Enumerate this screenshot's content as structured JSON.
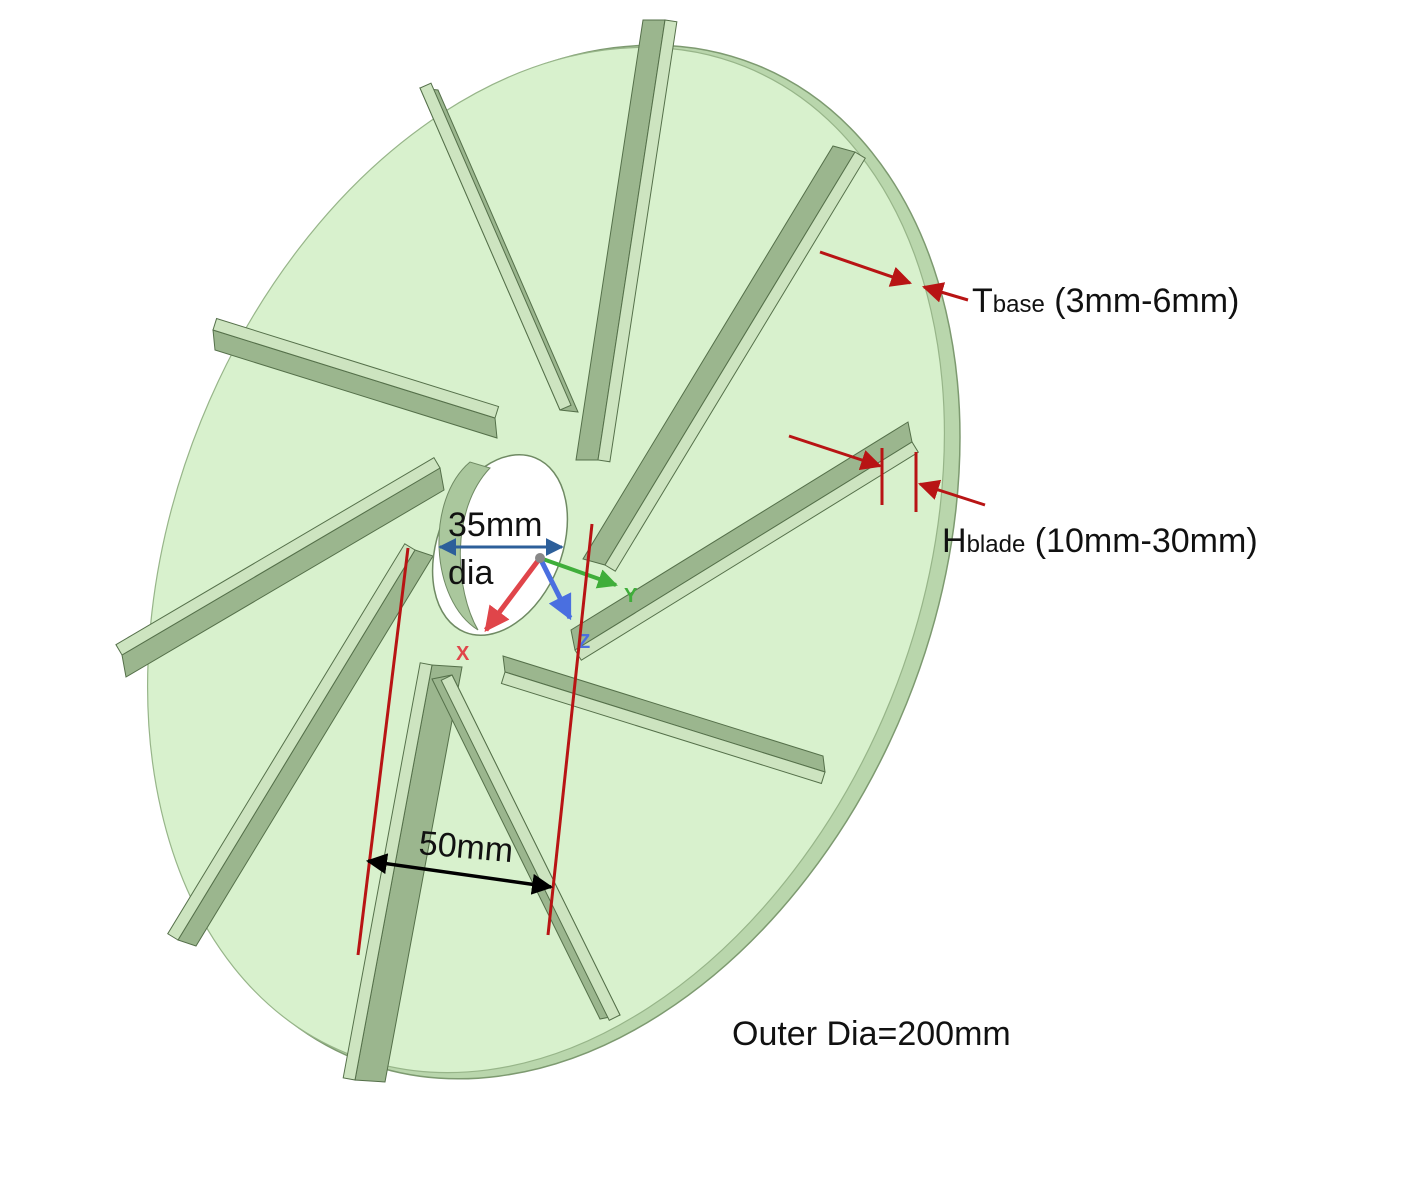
{
  "diagram": {
    "labels": {
      "bore_dia": "35mm",
      "bore_dia_suffix": "dia",
      "hub_width": "50mm",
      "outer_dia": "Outer Dia=200mm",
      "t_base_main": "T",
      "t_base_sub": "base",
      "t_base_range": " (3mm-6mm)",
      "h_blade_main": "H",
      "h_blade_sub": "blade",
      "h_blade_range": " (10mm-30mm)"
    },
    "triad": {
      "x": "X",
      "y": "Y",
      "z": "Z"
    },
    "blade_count": 10,
    "colors": {
      "disc_fill": "#d8f1cd",
      "disc_edge": "#a9c79b",
      "blade_top": "#cde4c0",
      "blade_side": "#9bb68e",
      "blade_stroke": "#55704a",
      "dimension_red": "#b81414",
      "bore_arrow_blue": "#2d5f9a",
      "dimension_black": "#000000",
      "axis_x": "#e0454a",
      "axis_y": "#3fae3a",
      "axis_z": "#4a6fe0"
    }
  }
}
